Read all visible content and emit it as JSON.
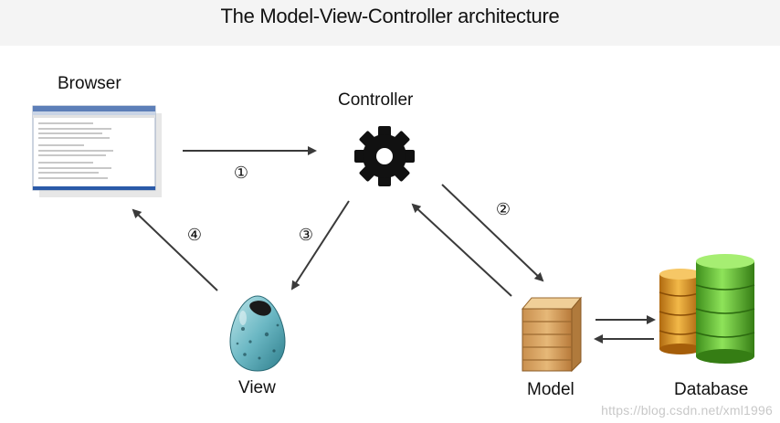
{
  "title": "The Model-View-Controller architecture",
  "nodes": {
    "browser": "Browser",
    "controller": "Controller",
    "view": "View",
    "model": "Model",
    "database": "Database"
  },
  "steps": [
    "①",
    "②",
    "③",
    "④"
  ],
  "watermark": "https://blog.csdn.net/xml1996",
  "icons": {
    "browser": "browser-window-icon",
    "controller": "gear-icon",
    "view": "egg-icon",
    "model": "wooden-crate-icon",
    "database": "database-icon"
  },
  "colors": {
    "header_bg": "#f4f4f4",
    "arrow": "#3a3a3a",
    "egg": "#6cb8c4",
    "crate": "#d9a866",
    "db_orange": "#e8a838",
    "db_green": "#6cc93c"
  }
}
